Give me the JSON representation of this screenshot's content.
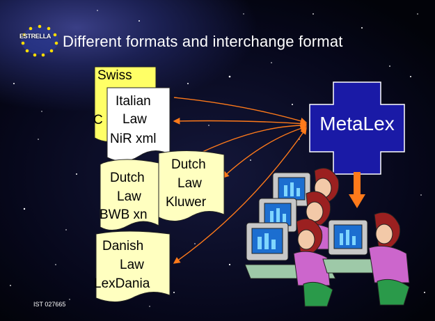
{
  "slide": {
    "title": "Different formats and interchange format",
    "logo_text": "ESTRELLA",
    "footer": "IST 027665"
  },
  "documents": {
    "swiss": {
      "line1": "Swiss",
      "line2": "C"
    },
    "italian": {
      "line1": "Italian",
      "line2": "Law",
      "line3": "NiR xml"
    },
    "dutch_bwb": {
      "line1": "Dutch",
      "line2": "Law",
      "line3": "BWB xn"
    },
    "dutch_kluwer": {
      "line1": "Dutch",
      "line2": "Law",
      "line3": "Kluwer"
    },
    "danish": {
      "line1": "Danish",
      "line2": "Law",
      "line3": "LexDania"
    }
  },
  "hub": {
    "label": "MetaLex"
  },
  "colors": {
    "document_fill": "#ffffc0",
    "swiss_fill": "#ffff66",
    "hub_fill": "#1a1aa6",
    "arrow": "#ff7a1a",
    "title_text": "#ffffff"
  },
  "icons": [
    "estrella-logo-icon",
    "users-at-computers-icon",
    "down-arrow-icon"
  ]
}
